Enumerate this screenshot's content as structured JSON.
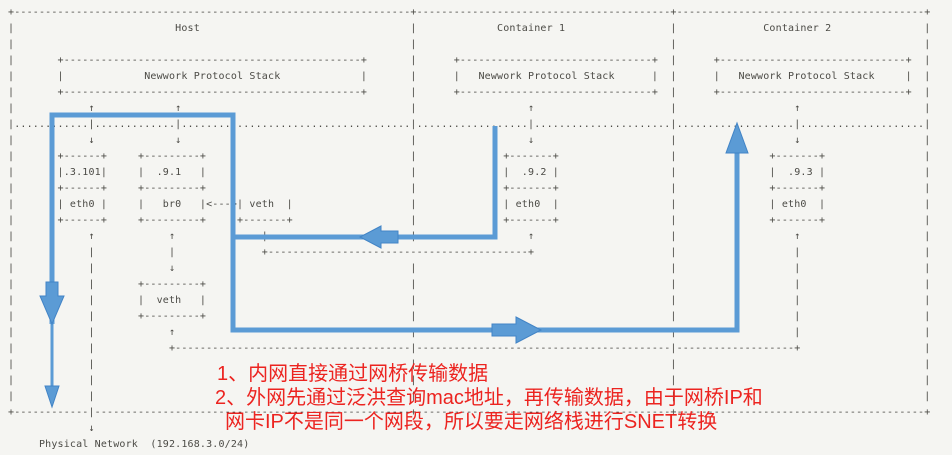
{
  "colors": {
    "arrow_blue": "#5b9bd5",
    "arrow_blue_dark": "#4284c6",
    "annotation_red": "#ec2420",
    "ascii_text": "#4b4a45",
    "background": "#f5f5f2"
  },
  "diagram": {
    "host": {
      "title": "Host",
      "protocol_stack": "Newwork Protocol Stack",
      "nic": {
        "ip": ".3.101",
        "name": "eth0"
      },
      "bridge": {
        "ip": ".9.1",
        "name": "br0"
      },
      "bridge_link": "<--->",
      "veth_right": "veth",
      "veth_bottom": "veth"
    },
    "container1": {
      "title": "Container 1",
      "protocol_stack": "Newwork Protocol Stack",
      "nic": {
        "ip": ".9.2",
        "name": "eth0"
      }
    },
    "container2": {
      "title": "Container 2",
      "protocol_stack": "Newwork Protocol Stack",
      "nic": {
        "ip": ".9.3",
        "name": "eth0"
      }
    },
    "physical_network_caption": "Physical Network  (192.168.3.0/24)",
    "ascii_lines": [
      "+----------------------------------------------------------------+-----------------------------------------+----------------------------------------+",
      "|                          Host                                  |             Container 1                 |              Container 2               |",
      "|                                                                |                                         |                                        |",
      "|       +------------------------------------------------+       |      +-------------------------------+  |      +------------------------------+  |",
      "|       |             Newwork Protocol Stack             |       |      |   Newwork Protocol Stack      |  |      |   Newwork Protocol Stack     |  |",
      "|       +------------------------------------------------+       |      +-------------------------------+  |      +------------------------------+  |",
      "|            ↑             ↑                                     |                  ↑                      |                   ↑                    |",
      "|............|.............|.....................................|..................|......................|...................|....................|",
      "|            ↓             ↓                                     |                  ↓                      |                   ↓                    |",
      "|       +------+     +---------+                                 |              +-------+                  |               +-------+                |",
      "|       |.3.101|     |  .9.1   |                                 |              |  .9.2 |                  |               |  .9.3 |                |",
      "|       +------+     +---------+                                 |              +-------+                  |               +-------+                |",
      "|       | eth0 |     |   br0   |<--->| veth  |                   |              | eth0  |                  |               | eth0  |                |",
      "|       +------+     +---------+     +-------+                   |              +-------+                  |               +-------+                |",
      "|            ↑            ↑              |                       |                  ↑                      |                   ↑                    |",
      "|            |            |              +------------------------------------------+                      |                   |                    |",
      "|            |            ↓                                      |                                         |                   |                    |",
      "|            |       +---------+                                 |                                         |                   |                    |",
      "|            |       |  veth   |                                 |                                         |                   |                    |",
      "|            |       +---------+                                 |                                         |                   |                    |",
      "|            |            ↑                                      |                                         |                   |                    |",
      "|            |            +--------------------------------------|-----------------------------------------|-------------------+                    |",
      "|            |                                                   |                                         |                                        |",
      "|            |                                                   |                                         |                                        |",
      "|            |                                                   |                                         |                                        |",
      "+------------|---------------------------------------------------+-----------------------------------------+----------------------------------------+",
      "             ↓",
      "     Physical Network  (192.168.3.0/24)"
    ]
  },
  "annotations": {
    "lines": [
      "1、内网直接通过网桥传输数据",
      "2、外网先通过泛洪查询mac地址，再传输数据，由于网桥IP和",
      "网卡IP不是同一个网段，所以要走网络栈进行SNET转换"
    ]
  }
}
